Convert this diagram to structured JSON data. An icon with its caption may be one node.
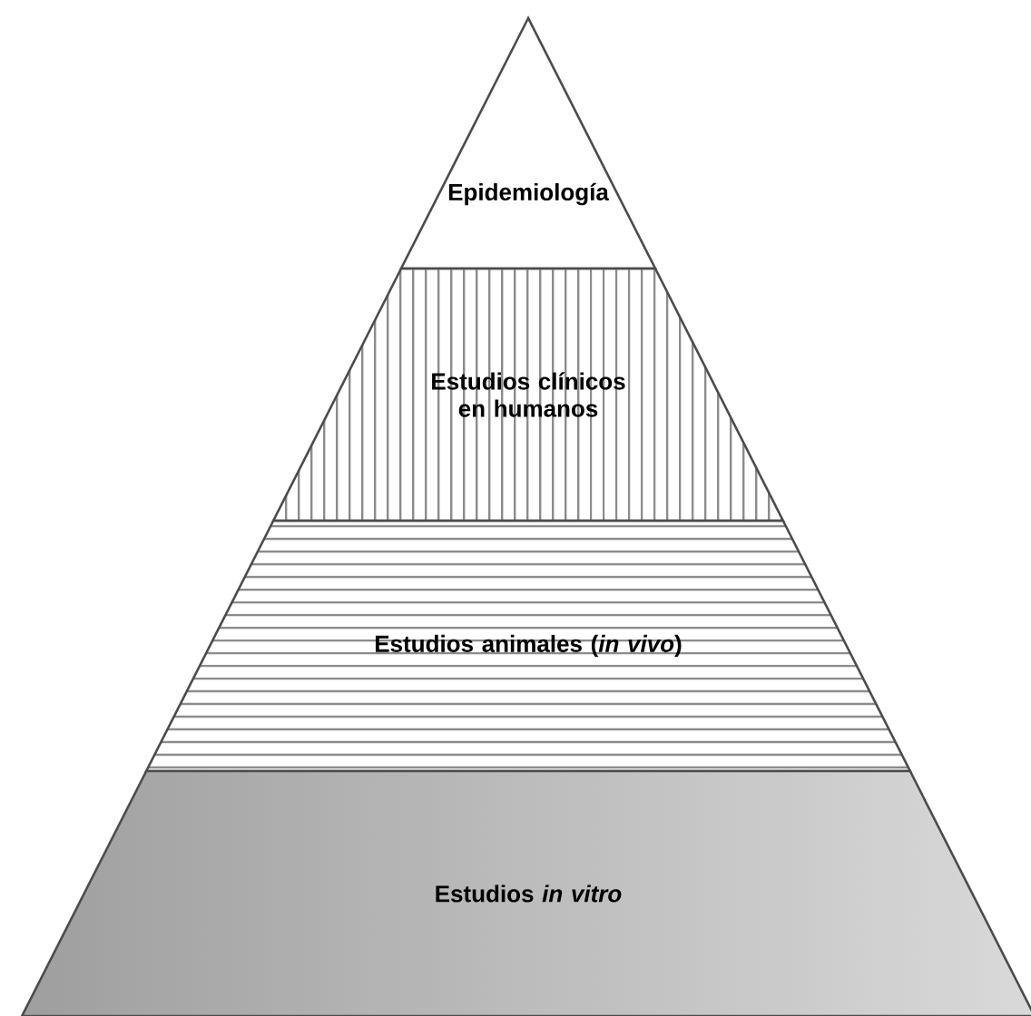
{
  "diagram": {
    "nodes": [
      {
        "text": [
          "Epidemiología"
        ]
      },
      {
        "text": [
          "Estudios clínicos en humanos"
        ]
      },
      {
        "text": [
          "Estudios animales (*in vivo*)"
        ]
      },
      {
        "text": [
          "Estudios *in vitro*"
        ]
      }
    ]
  }
}
